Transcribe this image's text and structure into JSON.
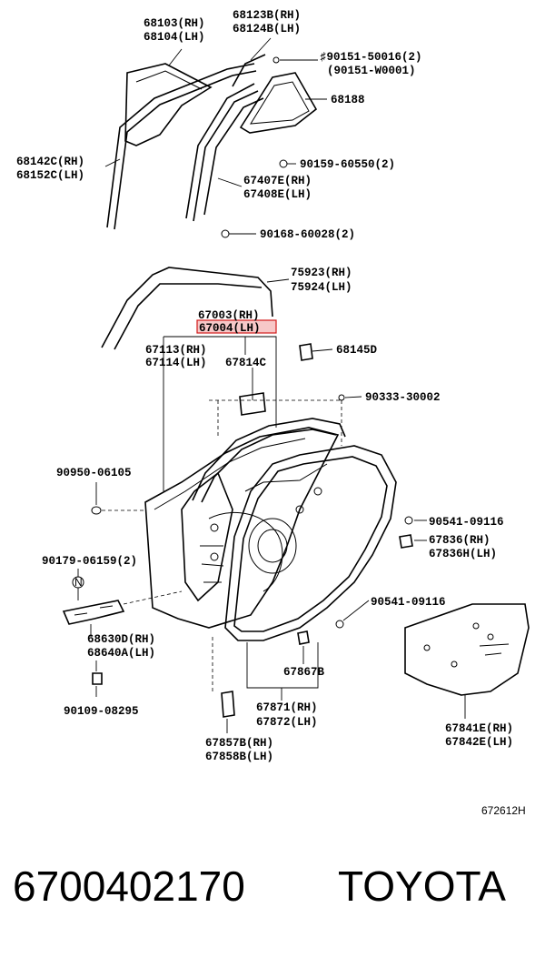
{
  "labels": {
    "l68103": "68103(RH)",
    "l68104": "68104(LH)",
    "l68123b": "68123B(RH)",
    "l68124b": "68124B(LH)",
    "l90151a": "♯90151-50016(2)",
    "l90151b": "(90151-W0001)",
    "l68188": "68188",
    "l68142c": "68142C(RH)",
    "l68152c": "68152C(LH)",
    "l90159": "90159-60550(2)",
    "l67407e": "67407E(RH)",
    "l67408e": "67408E(LH)",
    "l90168": "90168-60028(2)",
    "l75923": "75923(RH)",
    "l75924": "75924(LH)",
    "l67003": "67003(RH)",
    "l67004": "67004(LH)",
    "l67113": "67113(RH)",
    "l67114": "67114(LH)",
    "l67814c": "67814C",
    "l68145d": "68145D",
    "l90333": "90333-30002",
    "l90950": "90950-06105",
    "l90541a": "90541-09116",
    "l67836rh": "67836(RH)",
    "l67836h": "67836H(LH)",
    "l90179": "90179-06159(2)",
    "l90541b": "90541-09116",
    "l68630d": "68630D(RH)",
    "l68640a": "68640A(LH)",
    "l67867b": "67867B",
    "l90109": "90109-08295",
    "l67871": "67871(RH)",
    "l67872": "67872(LH)",
    "l67841e": "67841E(RH)",
    "l67842e": "67842E(LH)",
    "l67857b": "67857B(RH)",
    "l67858b": "67858B(LH)",
    "note_n": "N",
    "diagram_code": "672612H"
  },
  "footer": {
    "part_number": "6700402170",
    "brand": "TOYOTA"
  },
  "colors": {
    "highlight_fill": "#f7c8c8",
    "highlight_stroke": "#d11a1a"
  }
}
